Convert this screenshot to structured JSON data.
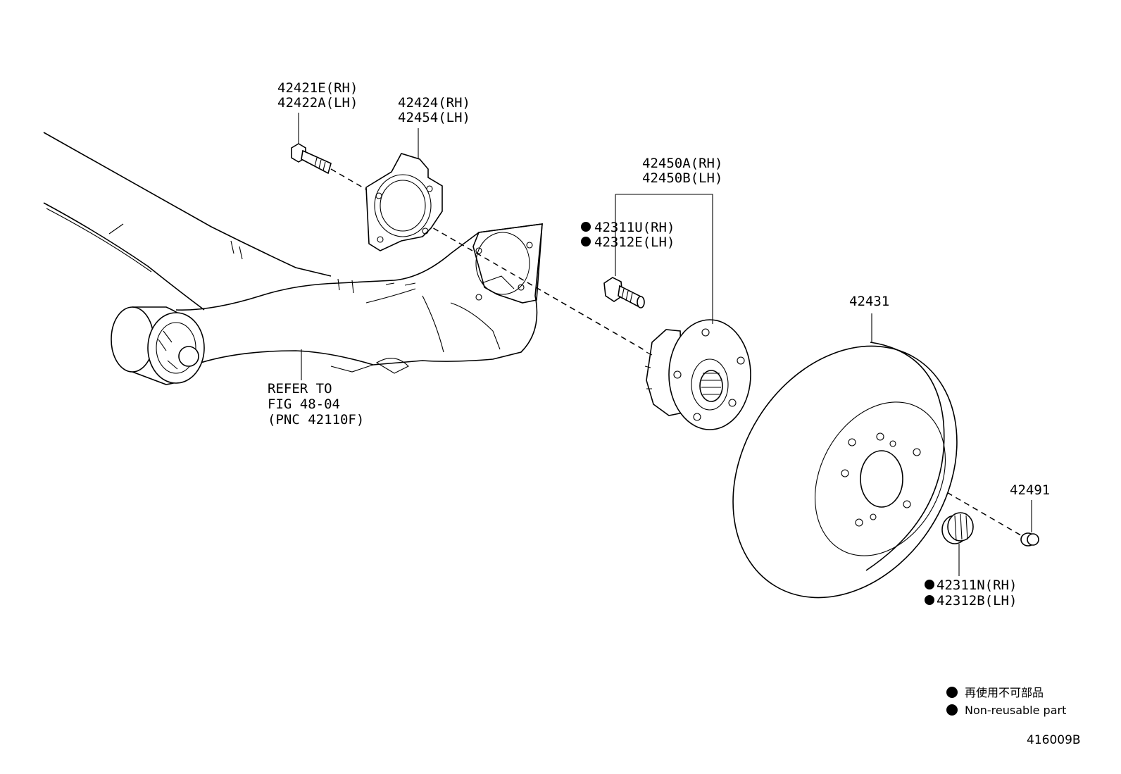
{
  "labels": {
    "bolt_rh": "42421E(RH)",
    "bolt_lh": "42422A(LH)",
    "plate_rh": "42424(RH)",
    "plate_lh": "42454(LH)",
    "hub_rh": "42450A(RH)",
    "hub_lh": "42450B(LH)",
    "stud_rh": "42311U(RH)",
    "stud_lh": "42312E(LH)",
    "disc": "42431",
    "plug": "42491",
    "nut_rh": "42311N(RH)",
    "nut_lh": "42312B(LH)",
    "refer_1": "REFER TO",
    "refer_2": "FIG 48-04",
    "refer_3": "(PNC 42110F)"
  },
  "legend": {
    "line_ja": "再使用不可部品",
    "line_en": "Non-reusable part"
  },
  "figure_id": "416009B"
}
